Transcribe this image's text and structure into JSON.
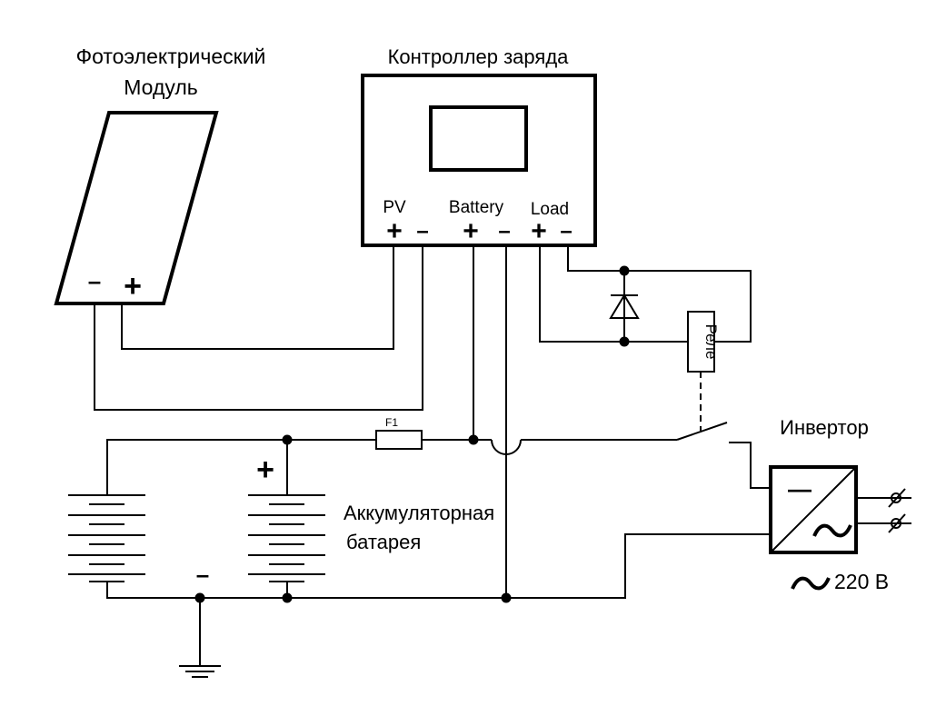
{
  "labels": {
    "pv_module_line1": "Фотоэлектрический",
    "pv_module_line2": "Модуль",
    "controller_title": "Контроллер заряда",
    "terminal_pv": "PV",
    "terminal_battery": "Battery",
    "terminal_load": "Load",
    "plus": "+",
    "minus": "–",
    "fuse": "F1",
    "relay": "Реле",
    "battery_line1": "Аккумуляторная",
    "battery_line2": "батарея",
    "inverter": "Инвертор",
    "inverter_minus": "—",
    "output_voltage": "220 В"
  }
}
